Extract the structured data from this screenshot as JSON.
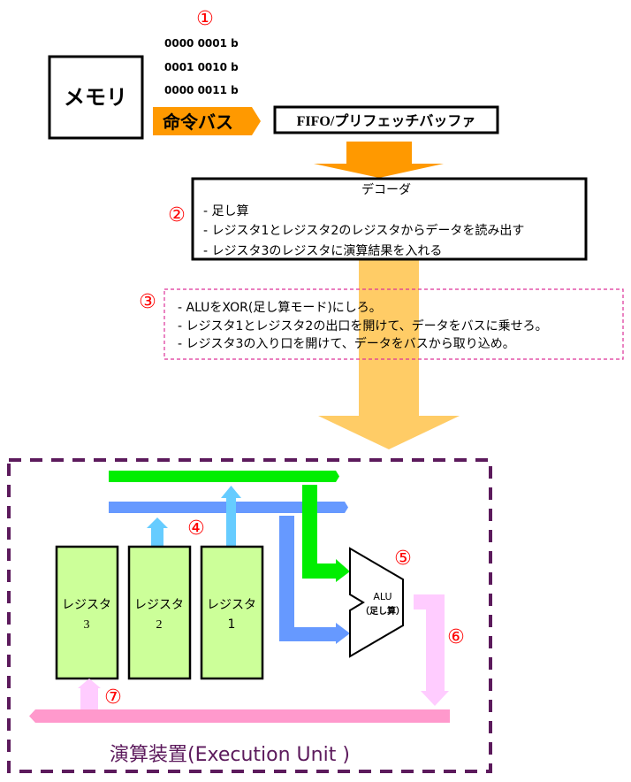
{
  "steps": [
    "①",
    "②",
    "③",
    "④",
    "⑤",
    "⑥",
    "⑦"
  ],
  "binary": [
    "0000 0001 b",
    "0001 0010 b",
    "0000 0011 b"
  ],
  "memory": "メモリ",
  "instruction_bus": "命令バス",
  "fifo": "FIFO/プリフェッチバッファ",
  "decoder": {
    "title": "デコーダ",
    "lines": [
      "- 足し算",
      "- レジスタ1とレジスタ2のレジスタからデータを読み出す",
      "- レジスタ3のレジスタに演算結果を入れる"
    ]
  },
  "control": [
    "- ALUをXOR(足し算モード)にしろ。",
    "-  レジスタ1とレジスタ2の出口を開けて、データをバスに乗せろ。",
    "- レジスタ3の入り口を開けて、データをバスから取り込め。"
  ],
  "registers": [
    {
      "label": "レジスタ",
      "num": "3"
    },
    {
      "label": "レジスタ",
      "num": "2"
    },
    {
      "label": "レジスタ",
      "num": "1"
    }
  ],
  "alu": {
    "label": "ALU",
    "mode": "（足し算）"
  },
  "unit_title": "演算装置(Execution Unit )",
  "colors": {
    "orange": "#ff9900",
    "light_orange": "#ffcc66",
    "green": "#00ee00",
    "blue": "#6699ff",
    "light_blue": "#66ccff",
    "register": "#ccff99",
    "pink": "#ff99cc",
    "light_pink": "#ffccff",
    "purple": "#5c1a5c",
    "red": "#ff0000"
  }
}
